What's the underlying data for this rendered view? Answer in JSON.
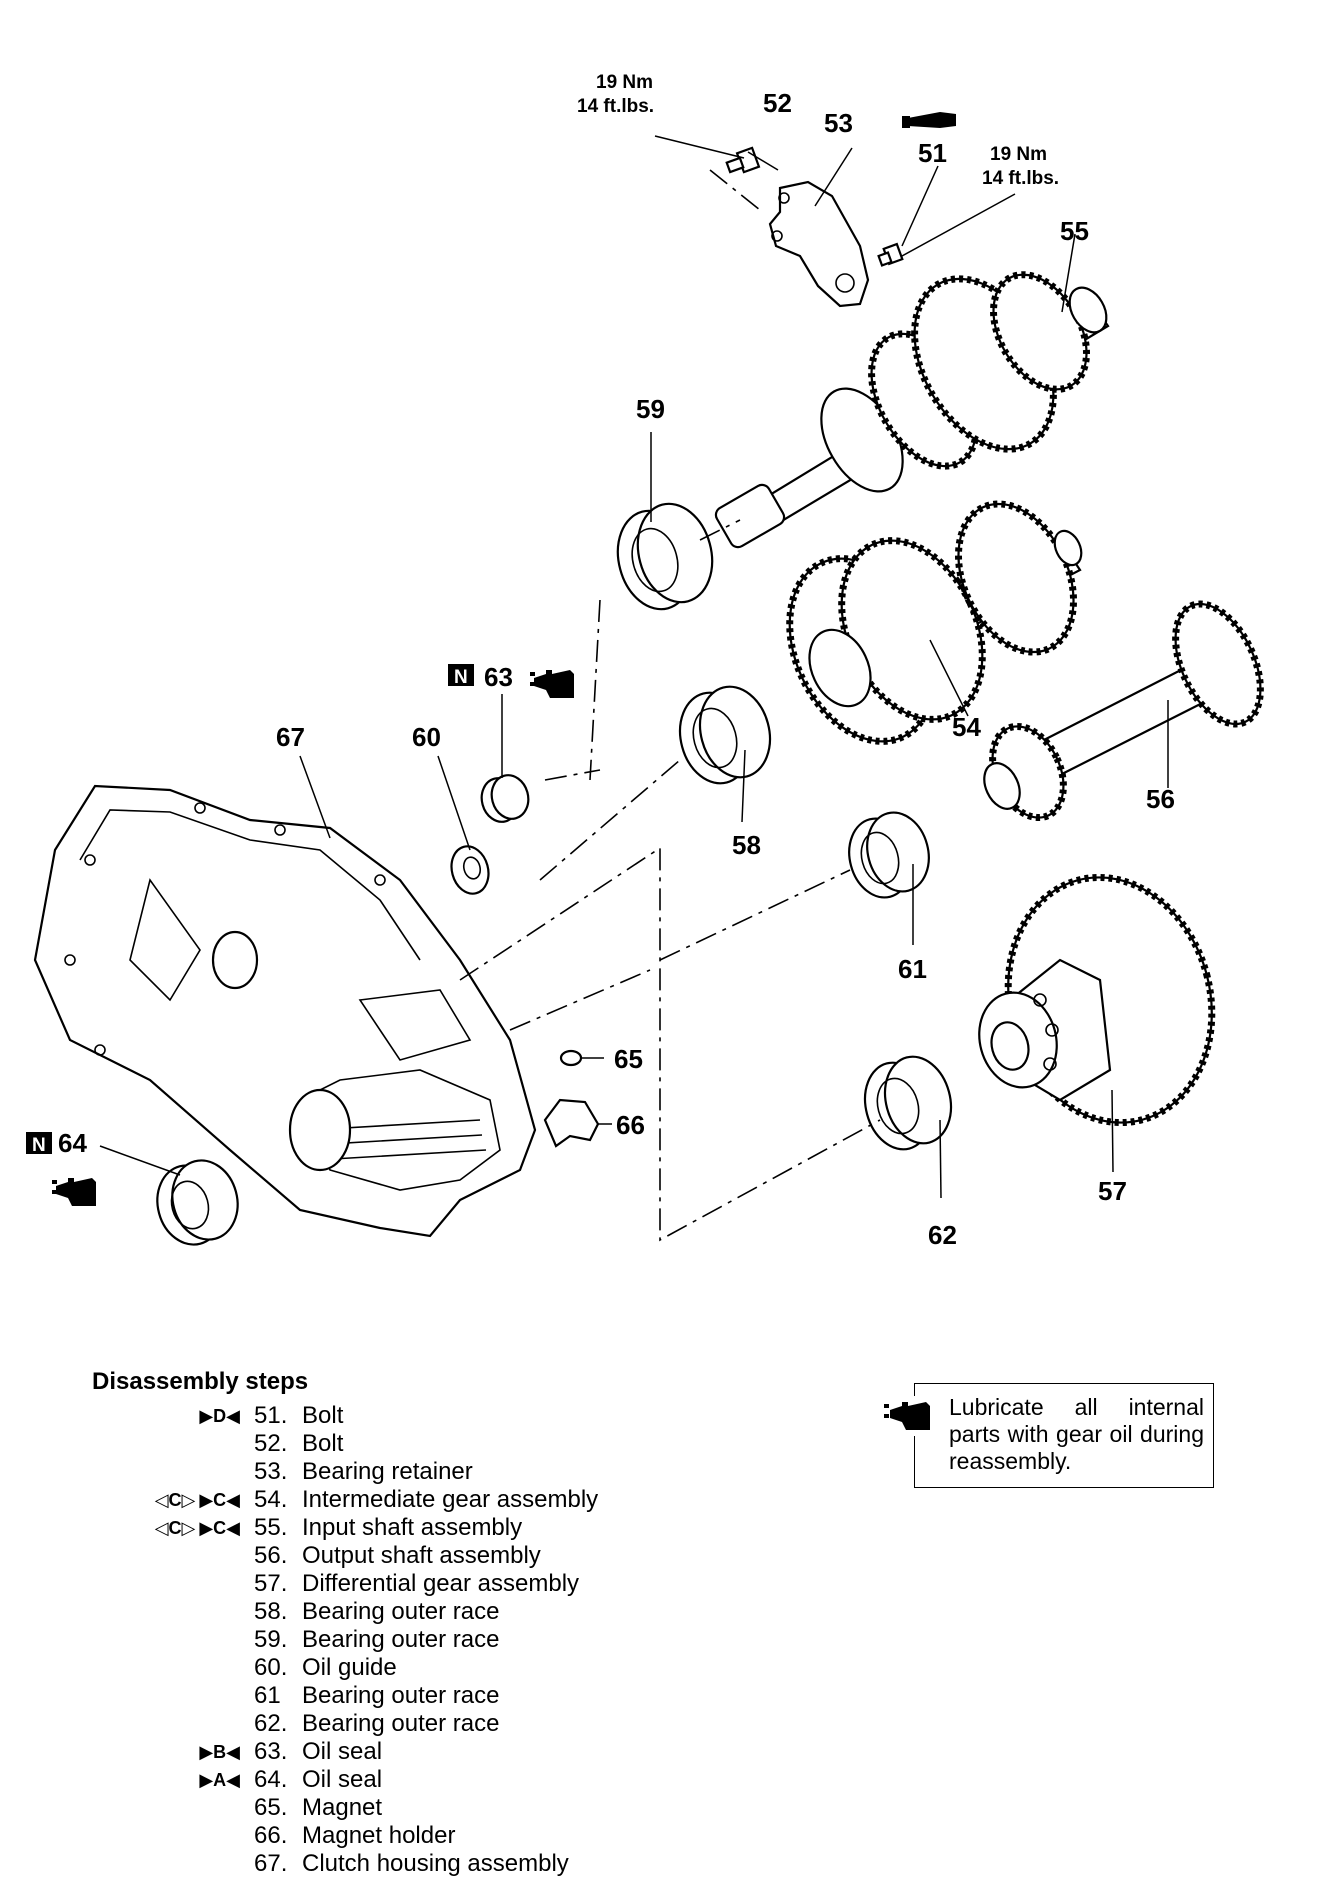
{
  "diagram": {
    "torque_left": {
      "line1": "19 Nm",
      "line2": "14 ft.lbs."
    },
    "torque_right": {
      "line1": "19 Nm",
      "line2": "14 ft.lbs."
    },
    "callouts": {
      "c51": "51",
      "c52": "52",
      "c53": "53",
      "c54": "54",
      "c55": "55",
      "c56": "56",
      "c57": "57",
      "c58": "58",
      "c59": "59",
      "c60": "60",
      "c61": "61",
      "c62": "62",
      "c63": "63",
      "c64": "64",
      "c65": "65",
      "c66": "66",
      "c67": "67"
    },
    "new_part_badge": "N",
    "icons": [
      "sealant-tube-icon",
      "gear-oil-can-icon",
      "new-part-badge-icon"
    ]
  },
  "disassembly": {
    "title": "Disassembly steps",
    "steps": [
      {
        "number": "51.",
        "label": "Bolt",
        "marks": [
          "▶D◀"
        ]
      },
      {
        "number": "52.",
        "label": "Bolt",
        "marks": []
      },
      {
        "number": "53.",
        "label": "Bearing retainer",
        "marks": []
      },
      {
        "number": "54.",
        "label": "Intermediate gear assembly",
        "marks": [
          "◁C▷",
          "▶C◀"
        ]
      },
      {
        "number": "55.",
        "label": "Input shaft assembly",
        "marks": [
          "◁C▷",
          "▶C◀"
        ]
      },
      {
        "number": "56.",
        "label": "Output shaft assembly",
        "marks": []
      },
      {
        "number": "57.",
        "label": "Differential gear assembly",
        "marks": []
      },
      {
        "number": "58.",
        "label": "Bearing outer race",
        "marks": []
      },
      {
        "number": "59.",
        "label": "Bearing outer race",
        "marks": []
      },
      {
        "number": "60.",
        "label": "Oil guide",
        "marks": []
      },
      {
        "number": "61",
        "label": "Bearing outer race",
        "marks": []
      },
      {
        "number": "62.",
        "label": "Bearing outer race",
        "marks": []
      },
      {
        "number": "63.",
        "label": "Oil seal",
        "marks": [
          "▶B◀"
        ]
      },
      {
        "number": "64.",
        "label": "Oil seal",
        "marks": [
          "▶A◀"
        ]
      },
      {
        "number": "65.",
        "label": "Magnet",
        "marks": []
      },
      {
        "number": "66.",
        "label": "Magnet holder",
        "marks": []
      },
      {
        "number": "67.",
        "label": "Clutch housing assembly",
        "marks": []
      }
    ]
  },
  "lubricate_note": {
    "text": "Lubricate all internal parts with gear oil during reassembly."
  }
}
